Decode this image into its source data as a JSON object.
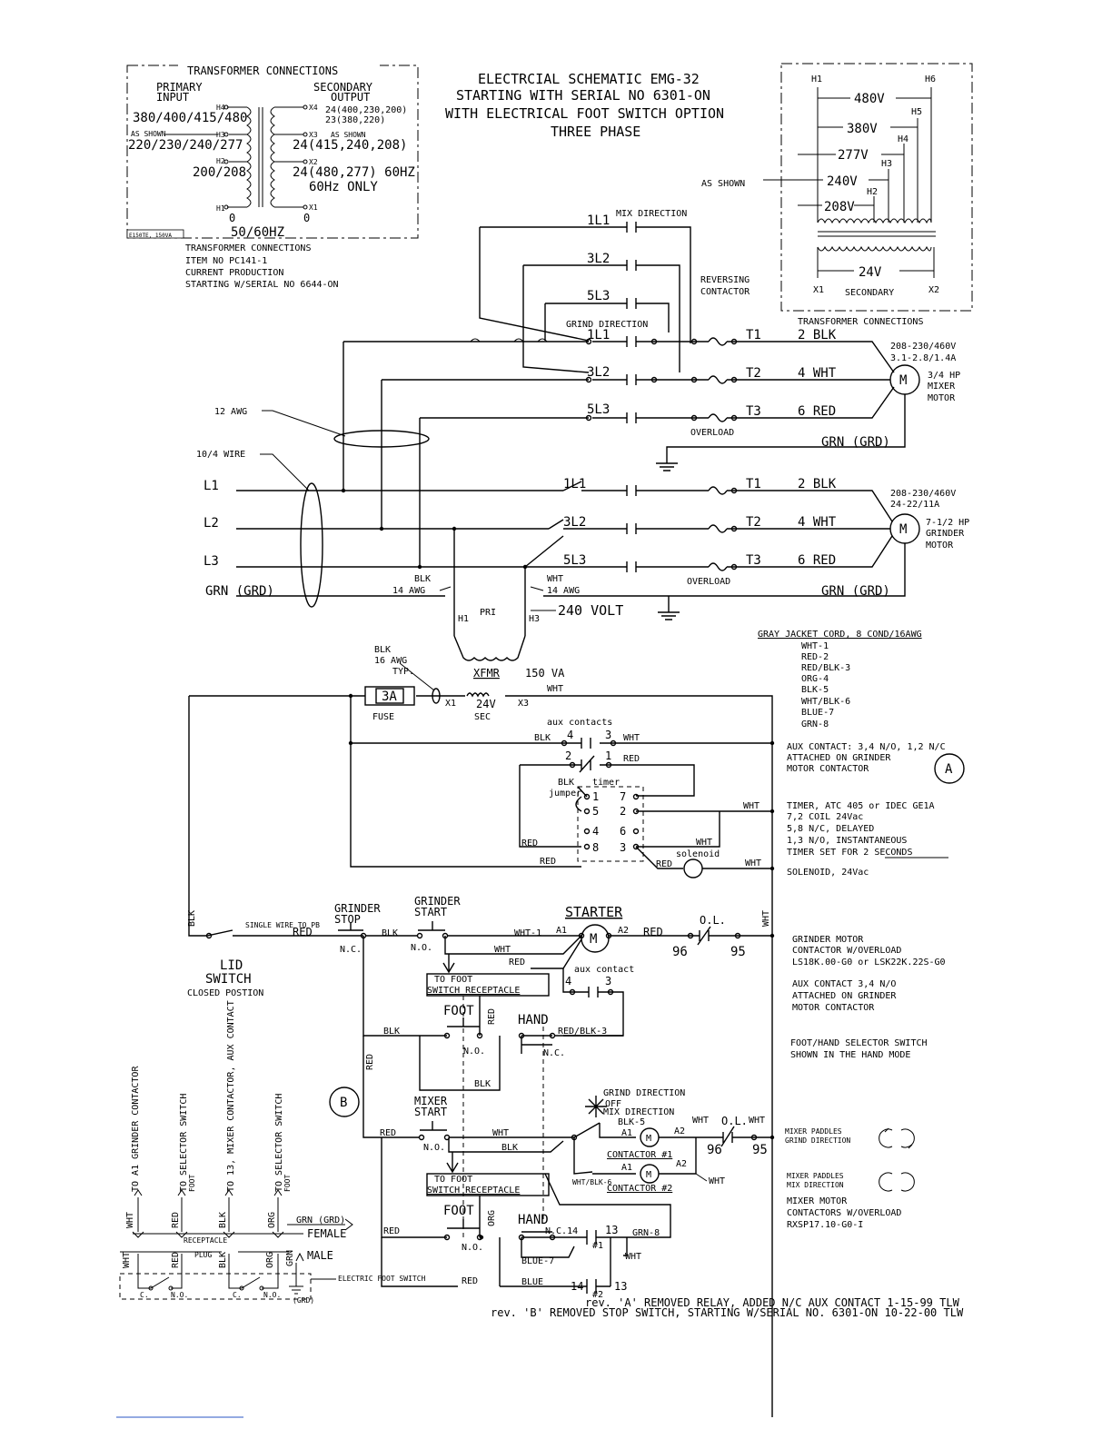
{
  "title": {
    "line1": "ELECTRCIAL SCHEMATIC EMG-32",
    "line2": "STARTING WITH SERIAL NO 6301-ON",
    "line3": "WITH ELECTRICAL FOOT SWITCH OPTION",
    "line4": "THREE PHASE"
  },
  "xfmr_box": {
    "heading": "TRANSFORMER CONNECTIONS",
    "primary": "PRIMARY",
    "input": "INPUT",
    "secondary": "SECONDARY",
    "output": "OUTPUT",
    "h4": "H4",
    "h3": "H3",
    "h2": "H2",
    "h1": "H1",
    "x4": "X4",
    "x3": "X3",
    "x2": "X2",
    "x1": "X1",
    "in_h4": "380/400/415/480",
    "as_shown_l": "AS SHOWN",
    "in_h3": "220/230/240/277",
    "in_h2": "200/208",
    "in_h1": "0",
    "out_x4a": "24(400,230,200)",
    "out_x4b": "23(380,220)",
    "as_shown_r": "AS SHOWN",
    "out_x3": "24(415,240,208)",
    "out_x2": "24(480,277) 60HZ",
    "out_hz": "60Hz ONLY",
    "out_x1": "0",
    "freq": "50/60HZ",
    "model": "E150TE, 150VA",
    "note1": "TRANSFORMER CONNECTIONS",
    "note2": "ITEM NO PC141-1",
    "note3": "CURRENT PRODUCTION",
    "note4": "STARTING W/SERIAL NO 6644-ON"
  },
  "xfmr_right": {
    "h1": "H1",
    "h6": "H6",
    "h5": "H5",
    "h4": "H4",
    "h3": "H3",
    "h2": "H2",
    "v480": "480V",
    "v380": "380V",
    "v277": "277V",
    "v240": "240V",
    "v208": "208V",
    "v24": "24V",
    "as_shown": "AS SHOWN",
    "x1": "X1",
    "x2": "X2",
    "secondary": "SECONDARY",
    "caption": "TRANSFORMER CONNECTIONS"
  },
  "mixer_circuit": {
    "mix_direction": "MIX DIRECTION",
    "grind_direction": "GRIND DIRECTION",
    "reversing1": "REVERSING",
    "reversing2": "CONTACTOR",
    "c1l1": "1L1",
    "c3l2": "3L2",
    "c5l3": "5L3",
    "t1": "T1",
    "t2": "T2",
    "t3": "T3",
    "blk": "2  BLK",
    "wht": "4  WHT",
    "red": "6  RED",
    "overload": "OVERLOAD",
    "grn": "GRN (GRD)",
    "motor_v": "208-230/460V",
    "motor_a": "3.1-2.8/1.4A",
    "motor_hp": "3/4 HP",
    "motor_n1": "MIXER",
    "motor_n2": "MOTOR",
    "m": "M"
  },
  "grinder_circuit": {
    "awg12": "12 AWG",
    "wire104": "10/4 WIRE",
    "l1": "L1",
    "l2": "L2",
    "l3": "L3",
    "grn": "GRN (GRD)",
    "c1l1": "1L1",
    "c3l2": "3L2",
    "c5l3": "5L3",
    "t1": "T1",
    "t2": "T2",
    "t3": "T3",
    "blk": "2  BLK",
    "wht": "4  WHT",
    "red": "6  RED",
    "overload": "OVERLOAD",
    "grn_r": "GRN (GRD)",
    "motor_v": "208-230/460V",
    "motor_a": "24-22/11A",
    "motor_hp": "7-1/2 HP",
    "motor_n1": "GRINDER",
    "motor_n2": "MOTOR",
    "m": "M",
    "blk14": "BLK",
    "awg14a": "14 AWG",
    "wht14": "WHT",
    "awg14b": "14 AWG",
    "pri": "PRI",
    "h1": "H1",
    "h3": "H3",
    "v240": "240 VOLT",
    "xfmr": "XFMR",
    "va": "150 VA"
  },
  "control": {
    "blk16": "BLK",
    "awg16": "16 AWG",
    "typ": "TYP.",
    "fuse": "3A",
    "fuse_lbl": "FUSE",
    "x1": "X1",
    "sec24": "24V",
    "sec": "SEC",
    "x3": "X3",
    "wht_top": "WHT",
    "aux_contacts": "aux contacts",
    "blk4": "BLK",
    "n4": "4",
    "n3": "3",
    "wht3": "WHT",
    "n2": "2",
    "n1": "1",
    "red1": "RED",
    "blk_t": "BLK",
    "timer": "timer",
    "jumper": "jumper",
    "p1": "1",
    "p5": "5",
    "p4": "4",
    "p8": "8",
    "p7": "7",
    "p2": "2",
    "p6": "6",
    "p3": "3",
    "red_a": "RED",
    "red_b": "RED",
    "wht_a": "WHT",
    "wht_b": "WHT",
    "wht_c": "WHT",
    "solenoid": "solenoid",
    "red_sol": "RED",
    "blk_v": "BLK",
    "wht_v": "WHT",
    "single_wire": "SINGLE WIRE TO PB",
    "red_lid": "RED",
    "lid1": "LID",
    "lid2": "SWITCH",
    "lid3": "CLOSED POSTION",
    "gstop1": "GRINDER",
    "gstop2": "STOP",
    "nc": "N.C.",
    "blk_stop": "BLK",
    "gstart1": "GRINDER",
    "gstart2": "START",
    "no": "N.O.",
    "wht1": "WHT-1",
    "a1": "A1",
    "starter": "STARTER",
    "a2": "A2",
    "red_st": "RED",
    "ol": "O.L.",
    "n96": "96",
    "n95": "95",
    "wht_st": "WHT",
    "red_st2": "RED",
    "aux_contact": "aux contact",
    "n4b": "4",
    "n3b": "3",
    "foot_rec1": "TO FOOT",
    "foot_rec2": "SWITCH RECEPTACLE",
    "foot": "FOOT",
    "red_v": "RED",
    "hand": "HAND",
    "blk_f": "BLK",
    "red_blk3": "RED/BLK-3",
    "no_f": "N.O.",
    "nc_h": "N.C.",
    "blk_f2": "BLK",
    "red_l": "RED",
    "b_mark": "B",
    "mstart1": "MIXER",
    "mstart2": "START",
    "red_m": "RED",
    "no_m": "N.O.",
    "wht_m": "WHT",
    "blk_m": "BLK",
    "grind_dir": "GRIND DIRECTION",
    "off": "OFF",
    "mix_dir": "MIX DIRECTION",
    "blk5": "BLK-5",
    "a1m": "A1",
    "a2m": "A2",
    "wht_m2": "WHT",
    "olm": "O.L.",
    "wht_m3": "WHT",
    "n96m": "96",
    "n95m": "95",
    "contactor1": "CONTACTOR #1",
    "a1n": "A1",
    "a2n": "A2",
    "wht_blk6": "WHT/BLK-6",
    "wht_n": "WHT",
    "contactor2": "CONTACTOR #2",
    "foot_rec3": "TO FOOT",
    "foot_rec4": "SWITCH RECEPTACLE",
    "foot2": "FOOT",
    "org": "ORG",
    "hand2": "HAND",
    "red_l2": "RED",
    "no_f2": "N.O.",
    "nc14": "N.C.14",
    "n13": "13",
    "grn8": "GRN-8",
    "blue7": "BLUE-7",
    "h1mark": "#1",
    "wht_k": "WHT",
    "blue": "BLUE",
    "n14": "14",
    "h2mark": "#2",
    "n13b": "13",
    "red_bot": "RED"
  },
  "footswitch": {
    "to_a1": "TO A1 GRINDER CONTACTOR",
    "to_sel_foot": "TO SELECTOR SWITCH",
    "foot_a": "FOOT",
    "to_13": "TO 13, MIXER CONTACTOR, AUX CONTACT",
    "to_sel_foot2": "TO SELECTOR SWITCH",
    "foot_b": "FOOT",
    "wht": "WHT",
    "red": "RED",
    "blk": "BLK",
    "org": "ORG",
    "grn_grd": "GRN (GRD)",
    "receptacle": "RECEPTACLE",
    "female": "FEMALE",
    "plug": "PLUG",
    "male": "MALE",
    "wht2": "WHT",
    "red2": "RED",
    "blk2": "BLK",
    "org2": "ORG",
    "grn2": "GRN",
    "c1": "C.",
    "no1": "N.O.",
    "c2": "C.",
    "no2": "N.O.",
    "grd": "(GRD)",
    "efs": "ELECTRIC FOOT SWITCH"
  },
  "notes": {
    "cord": "GRAY JACKET CORD, 8 COND/16AWG",
    "c1": "WHT-1",
    "c2": "RED-2",
    "c3": "RED/BLK-3",
    "c4": "ORG-4",
    "c5": "BLK-5",
    "c6": "WHT/BLK-6",
    "c7": "BLUE-7",
    "c8": "GRN-8",
    "aux1": "AUX CONTACT: 3,4 N/O, 1,2 N/C",
    "aux2": "ATTACHED ON GRINDER",
    "aux3": "MOTOR CONTACTOR",
    "a_mark": "A",
    "tim1": "TIMER, ATC 405 or IDEC GE1A",
    "tim2": "7,2 COIL 24Vac",
    "tim3": "5,8 N/C, DELAYED",
    "tim4": "1,3 N/O, INSTANTANEOUS",
    "tim5": "TIMER SET FOR 2 SECONDS",
    "sol": "SOLENOID, 24Vac",
    "gm1": "GRINDER MOTOR",
    "gm2": "CONTACTOR W/OVERLOAD",
    "gm3": "LS18K.00-G0 or LSK22K.22S-G0",
    "ac1": "AUX CONTACT 3,4 N/O",
    "ac2": "ATTACHED ON GRINDER",
    "ac3": "MOTOR CONTACTOR",
    "fh1": "FOOT/HAND SELECTOR SWITCH",
    "fh2": "SHOWN IN THE HAND MODE",
    "mp1": "MIXER PADDLES",
    "mp2": "GRIND DIRECTION",
    "mp3": "MIXER PADDLES",
    "mp4": "MIX DIRECTION",
    "mm1": "MIXER MOTOR",
    "mm2": "CONTACTORS W/OVERLOAD",
    "mm3": "RXSP17.10-G0-I"
  },
  "revisions": {
    "rev_a": "rev. 'A' REMOVED RELAY, ADDED N/C AUX CONTACT 1-15-99 TLW",
    "rev_b": "rev. 'B' REMOVED STOP SWITCH, STARTING W/SERIAL NO. 6301-ON 10-22-00 TLW"
  }
}
